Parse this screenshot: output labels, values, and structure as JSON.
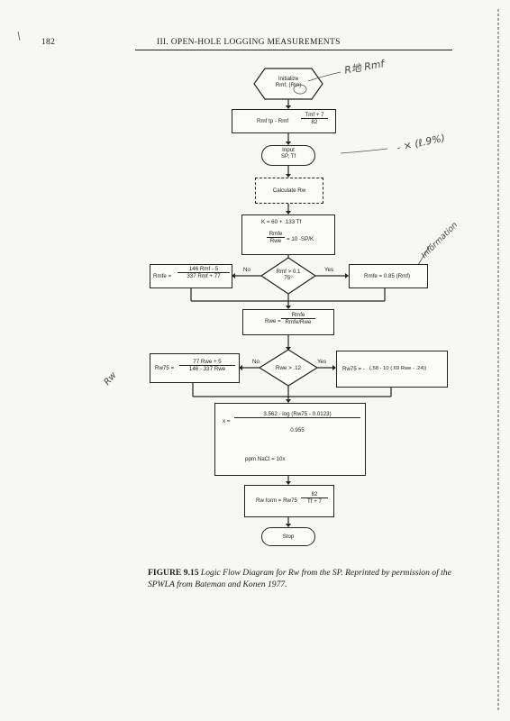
{
  "header": {
    "page_number": "182",
    "running_title": "III. OPEN-HOLE LOGGING MEASUREMENTS"
  },
  "flowchart": {
    "start_line1": "Initialize",
    "start_line2": "Rmf, (Rm)",
    "rmftp_left": "Rmf tp - Rmf",
    "rmftp_frac_num": "Tmf + 7",
    "rmftp_frac_den": "82",
    "input_line1": "Input",
    "input_line2": "SP, Tf",
    "calc_rw": "Calculate Rw",
    "k_eq": "K = 60 + .133 Tf",
    "ratio_num": "Rmfe",
    "ratio_den": "Rwe",
    "ratio_rhs": "= 10 -SP/K",
    "left1_num": "146 Rmf - 5",
    "left1_lhs": "Rmfe =",
    "left1_den": "337 Rmf + 77",
    "no1": "No",
    "dec1_line1": "Rmf > 0.1",
    "dec1_line2": "75°",
    "yes1": "Yes",
    "right1": "Rmfe = 0.85 (Rmf)",
    "rwe_lhs": "Rwe =",
    "rwe_num": "Rmfe",
    "rwe_den": "Rmfe/Rwe",
    "left2_lhs": "Rw75 =",
    "left2_num": "77 Rwe + 5",
    "left2_den": "146 - 337 Rwe",
    "no2": "No",
    "dec2": "Rwe > .12",
    "yes2": "Yes",
    "right2_lhs": "Rw75 = -",
    "right2_body": "(.58 - 10 (.69 Rwe - .24))",
    "big_line1": "3.562 - log (Rw75 - 0.0123)",
    "big_line2": "x =",
    "big_line3": "0.955",
    "big_line4": "ppm NaCl = 10x",
    "final_lhs": "Rw form = Rw75",
    "final_num": "82",
    "final_den": "Tf + 7",
    "stop": "Stop"
  },
  "annotations": {
    "note_top": "R地 Rmf",
    "note_right": "- × (ℓ.9%)",
    "note_side": "Information",
    "note_margin": "Rw"
  },
  "caption": {
    "label": "FIGURE 9.15",
    "text": "Logic Flow Diagram for Rw from the SP. Reprinted by permission of the SPWLA from Bateman and Konen 1977."
  }
}
